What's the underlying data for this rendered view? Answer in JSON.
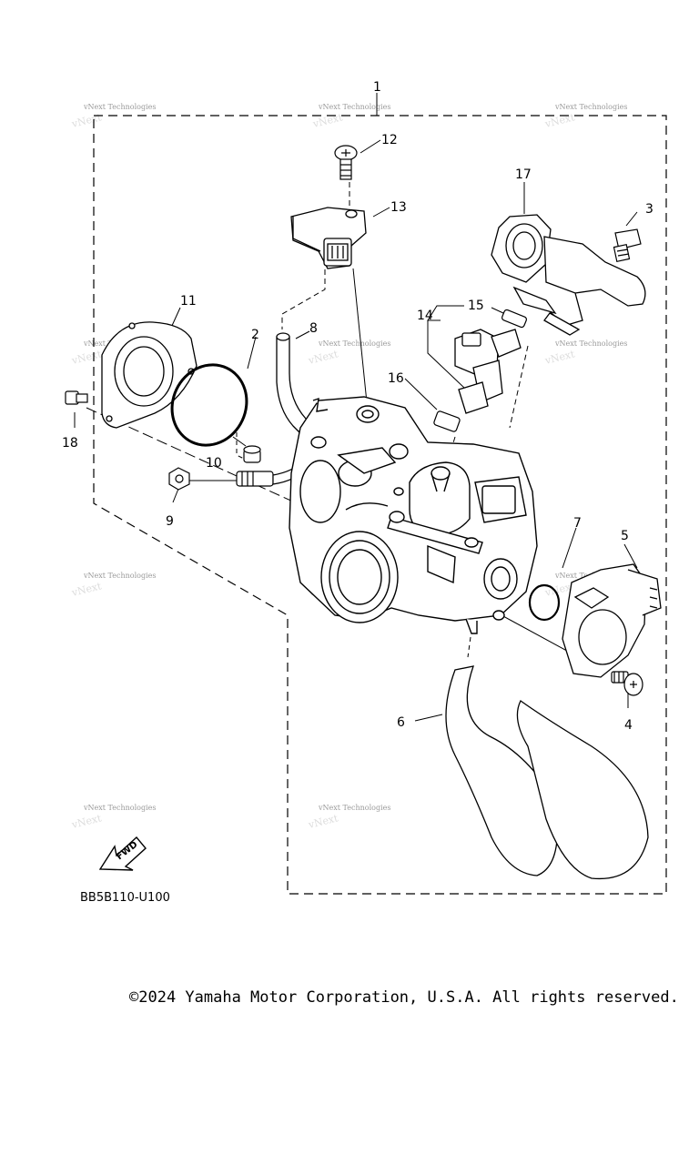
{
  "diagram": {
    "callouts": [
      "1",
      "2",
      "3",
      "4",
      "5",
      "6",
      "7",
      "8",
      "9",
      "10",
      "11",
      "12",
      "13",
      "14",
      "15",
      "16",
      "17",
      "18"
    ],
    "reference_code": "BB5B110-U100",
    "fwd_label": "FWD",
    "watermark": "vNext Technologies"
  },
  "footer": {
    "copyright": "©2024 Yamaha Motor Corporation, U.S.A. All rights reserved."
  }
}
